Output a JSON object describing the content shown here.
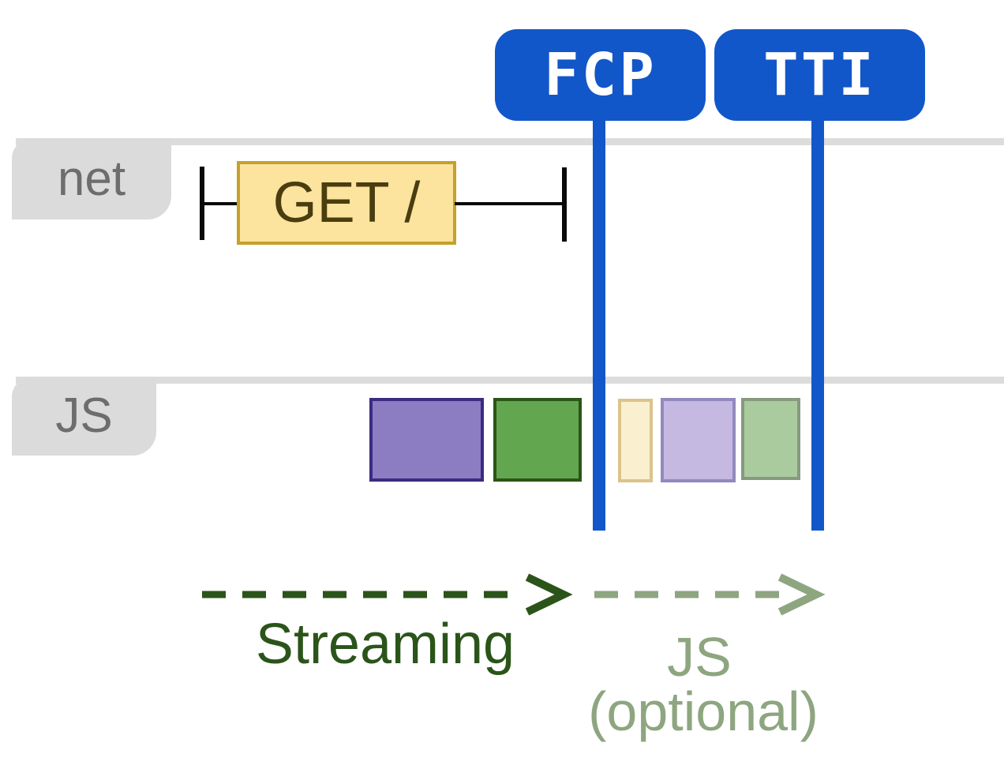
{
  "tracks": {
    "net": {
      "label": "net"
    },
    "js": {
      "label": "JS"
    }
  },
  "markers": {
    "fcp": {
      "label": "FCP"
    },
    "tti": {
      "label": "TTI"
    }
  },
  "net_request": {
    "label": "GET /"
  },
  "js_tasks": [
    {
      "name": "solid-purple-task",
      "state": "solid"
    },
    {
      "name": "solid-green-task",
      "state": "solid"
    },
    {
      "name": "faded-yellow-task",
      "state": "faded"
    },
    {
      "name": "faded-purple-task",
      "state": "faded"
    },
    {
      "name": "faded-green-task",
      "state": "faded"
    }
  ],
  "phases": {
    "streaming": {
      "label": "Streaming"
    },
    "js_optional": {
      "label": "JS",
      "sublabel": "(optional)"
    }
  },
  "colors": {
    "marker-blue": "#1257c9",
    "badge-text": "#ffffff",
    "track-line": "#dcdcdc",
    "track-label-bg": "#dbdbdb",
    "track-label-text": "#6d6d6d",
    "beam-black": "#0a0a0a",
    "request-fill": "#fce39e",
    "request-border": "#c5a12c",
    "request-text": "#4a3d0f",
    "task1-fill": "#8c7cc2",
    "task1-border": "#3b2b81",
    "task2-fill": "#62a64f",
    "task2-border": "#2b5417",
    "task3-fill": "#faf0cf",
    "task3-border": "#dcc38c",
    "task4-fill": "#c5b9e2",
    "task4-border": "#9289bf",
    "task5-fill": "#a9cb9e",
    "task5-border": "#88997f",
    "streaming-green": "#2b541a",
    "optional-sage": "#8ea680"
  }
}
